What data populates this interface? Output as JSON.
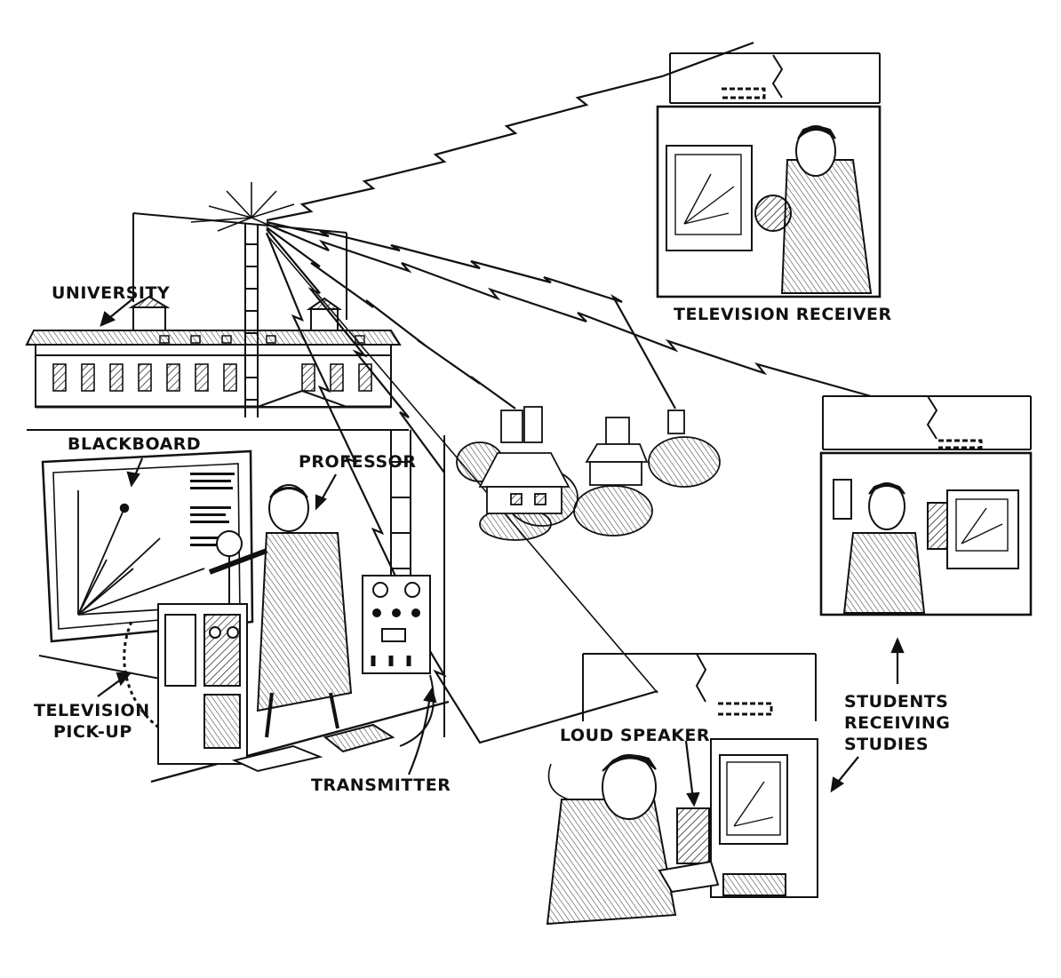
{
  "labels": {
    "university": "UNIVERSITY",
    "blackboard": "BLACKBOARD",
    "professor": "PROFESSOR",
    "television_pickup_line1": "TELEVISION",
    "television_pickup_line2": "PICK-UP",
    "transmitter": "TRANSMITTER",
    "television_receiver": "TELEVISION RECEIVER",
    "loud_speaker": "LOUD SPEAKER",
    "students_line1": "STUDENTS",
    "students_line2": "RECEIVING",
    "students_line3": "STUDIES"
  },
  "colors": {
    "ink": "#111111",
    "paper": "#ffffff",
    "shade": "#d8d8d8"
  }
}
